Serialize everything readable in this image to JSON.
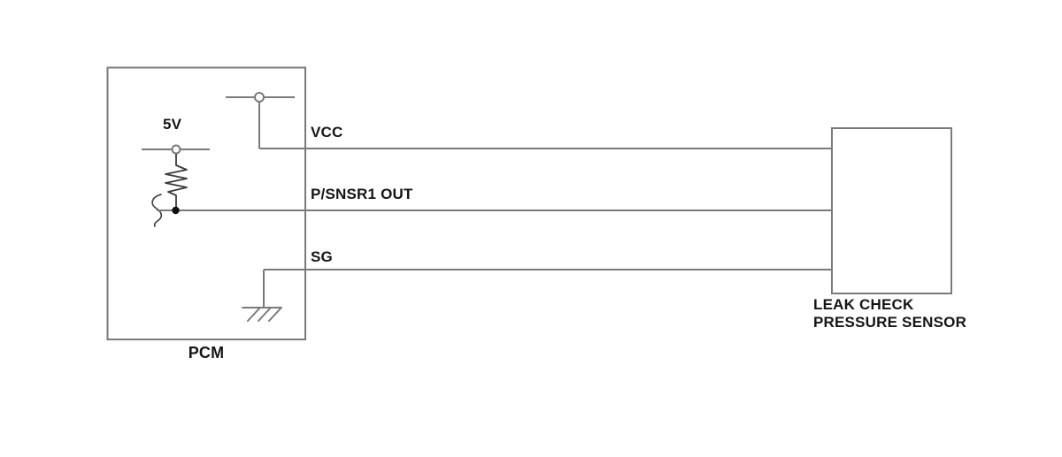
{
  "diagram": {
    "pcm_label": "PCM",
    "sensor_label_line1": "LEAK CHECK",
    "sensor_label_line2": "PRESSURE SENSOR",
    "supply_label": "5V",
    "pin_labels": {
      "vcc": "VCC",
      "signal": "P/SNSR1 OUT",
      "ground": "SG"
    },
    "wires": [
      {
        "label": "VCC",
        "from": "PCM",
        "to": "LEAK CHECK PRESSURE SENSOR"
      },
      {
        "label": "P/SNSR1 OUT",
        "from": "PCM",
        "to": "LEAK CHECK PRESSURE SENSOR"
      },
      {
        "label": "SG",
        "from": "PCM",
        "to": "LEAK CHECK PRESSURE SENSOR"
      }
    ],
    "symbols": [
      "power-terminal-5v",
      "pullup-resistor",
      "junction-dot",
      "wire-break-squiggle",
      "terminal-circle",
      "chassis-ground"
    ],
    "colors": {
      "background": "#ffffff",
      "wire": "#7a7a7a",
      "symbol": "#3a3a3a",
      "text": "#151515"
    }
  }
}
